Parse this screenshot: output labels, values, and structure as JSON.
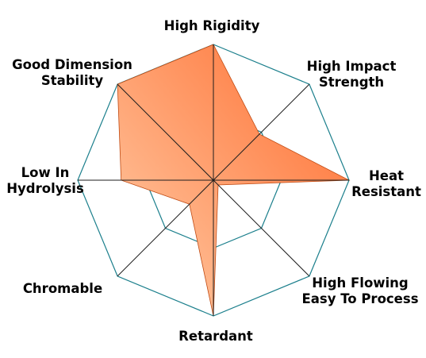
{
  "chart_data": {
    "type": "radar",
    "axes": [
      "High Rigidity",
      "High Impact Strength",
      "Heat Resistant",
      "High Flowing Easy To Process",
      "Retardant",
      "Chromable",
      "Low In Hydrolysis",
      "Good Dimension Stability"
    ],
    "values": [
      1.0,
      0.48,
      1.0,
      0.05,
      1.0,
      0.25,
      0.68,
      1.0
    ],
    "range": [
      0,
      1
    ],
    "rings": 2,
    "grid": true,
    "legend": "none"
  },
  "colors": {
    "grid": "#1b7f8c",
    "fill_dark": "#ff7033",
    "fill_light": "#ffc7a0",
    "fill_stroke": "#c04a12"
  }
}
